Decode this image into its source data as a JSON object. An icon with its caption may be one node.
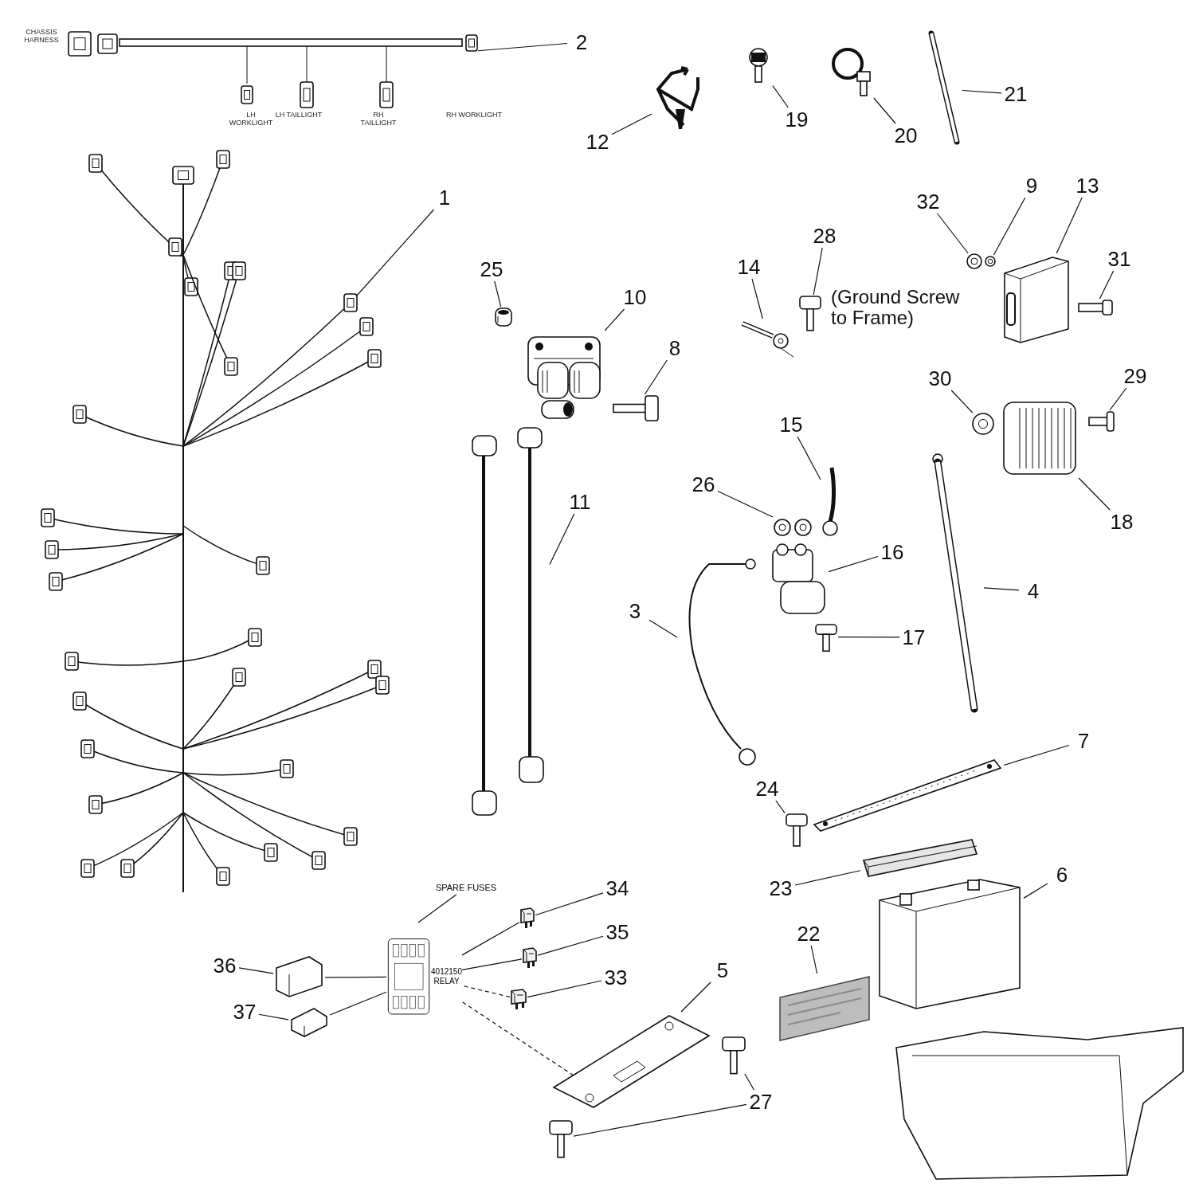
{
  "diagram": {
    "nodes": [
      {
        "text": [
          "2"
        ]
      },
      {
        "text": [],
        "shape": "picture",
        "beside": [
          "CHASSIS HARNESS",
          "RH WORKLIGHT",
          "LH WORKLIGHT",
          "LH TAILLIGHT",
          "RH TAILLIGHT"
        ]
      },
      {
        "text": [
          "12"
        ]
      },
      {
        "text": [],
        "shape": "picture"
      },
      {
        "text": [
          "19"
        ]
      },
      {
        "text": [],
        "shape": "picture"
      },
      {
        "text": [
          "20"
        ]
      },
      {
        "text": [],
        "shape": "picture"
      },
      {
        "text": [
          "21"
        ]
      },
      {
        "text": [],
        "shape": "picture"
      },
      {
        "text": [
          "1"
        ]
      },
      {
        "text": [],
        "shape": "picture"
      },
      {
        "text": [
          "32"
        ]
      },
      {
        "text": [],
        "shape": "picture"
      },
      {
        "text": [
          "9"
        ]
      },
      {
        "text": [],
        "shape": "picture"
      },
      {
        "text": [
          "13"
        ]
      },
      {
        "text": [],
        "shape": "picture"
      },
      {
        "text": [
          "31"
        ]
      },
      {
        "text": [],
        "shape": "picture"
      },
      {
        "text": [
          "28"
        ]
      },
      {
        "text": [],
        "shape": "picture",
        "beside": [
          "(Ground Screw to Frame)"
        ]
      },
      {
        "text": [
          "14"
        ]
      },
      {
        "text": [],
        "shape": "picture"
      },
      {
        "text": [
          "25"
        ]
      },
      {
        "text": [],
        "shape": "picture"
      },
      {
        "text": [
          "10"
        ]
      },
      {
        "text": [],
        "shape": "picture"
      },
      {
        "text": [
          "8"
        ]
      },
      {
        "text": [],
        "shape": "picture"
      },
      {
        "text": [
          "30"
        ]
      },
      {
        "text": [],
        "shape": "picture"
      },
      {
        "text": [
          "29"
        ]
      },
      {
        "text": [],
        "shape": "picture"
      },
      {
        "text": [
          "18"
        ]
      },
      {
        "text": [],
        "shape": "picture"
      },
      {
        "text": [
          "15"
        ]
      },
      {
        "text": [],
        "shape": "picture"
      },
      {
        "text": [
          "26"
        ]
      },
      {
        "text": [],
        "shape": "picture"
      },
      {
        "text": [
          "16"
        ]
      },
      {
        "text": [],
        "shape": "picture"
      },
      {
        "text": [
          "11"
        ]
      },
      {
        "text": [],
        "shape": "picture"
      },
      {
        "text": [
          "3"
        ]
      },
      {
        "text": [],
        "shape": "picture"
      },
      {
        "text": [
          "4"
        ]
      },
      {
        "text": [],
        "shape": "picture"
      },
      {
        "text": [
          "17"
        ]
      },
      {
        "text": [],
        "shape": "picture"
      },
      {
        "text": [
          "7"
        ]
      },
      {
        "text": [],
        "shape": "picture"
      },
      {
        "text": [
          "24"
        ]
      },
      {
        "text": [],
        "shape": "picture"
      },
      {
        "text": [
          "23"
        ]
      },
      {
        "text": [],
        "shape": "picture"
      },
      {
        "text": [
          "6"
        ]
      },
      {
        "text": [],
        "shape": "picture"
      },
      {
        "text": [
          "22"
        ]
      },
      {
        "text": [],
        "shape": "picture"
      },
      {
        "text": [
          "34"
        ]
      },
      {
        "text": [],
        "shape": "picture"
      },
      {
        "text": [
          "36"
        ]
      },
      {
        "text": [],
        "shape": "picture"
      },
      {
        "text": [
          "35"
        ]
      },
      {
        "text": [],
        "shape": "picture"
      },
      {
        "text": [
          "5"
        ]
      },
      {
        "text": [],
        "shape": "picture"
      },
      {
        "text": [
          "33"
        ]
      },
      {
        "text": [],
        "shape": "picture"
      },
      {
        "text": [
          "37"
        ]
      },
      {
        "text": [],
        "shape": "picture"
      },
      {
        "text": [
          "27"
        ]
      },
      {
        "text": [],
        "shape": "picture"
      },
      {
        "text": [],
        "shape": "picture"
      },
      {
        "text": [
          "SPARE FUSES"
        ]
      },
      {
        "text": [
          "4012150 RELAY"
        ]
      }
    ],
    "edges": [
      {
        "from": 0,
        "to": 1,
        "arrow": "none"
      },
      {
        "from": 2,
        "to": 3,
        "arrow": "none"
      },
      {
        "from": 4,
        "to": 5,
        "arrow": "none"
      },
      {
        "from": 6,
        "to": 7,
        "arrow": "none"
      },
      {
        "from": 8,
        "to": 9,
        "arrow": "none"
      },
      {
        "from": 10,
        "to": 11,
        "arrow": "none"
      },
      {
        "from": 12,
        "to": 13,
        "arrow": "none"
      },
      {
        "from": 14,
        "to": 15,
        "arrow": "none"
      },
      {
        "from": 16,
        "to": 17,
        "arrow": "none"
      },
      {
        "from": 18,
        "to": 19,
        "arrow": "none"
      },
      {
        "from": 20,
        "to": 21,
        "arrow": "none"
      },
      {
        "from": 22,
        "to": 23,
        "arrow": "none"
      },
      {
        "from": 24,
        "to": 25,
        "arrow": "none"
      },
      {
        "from": 26,
        "to": 27,
        "arrow": "none"
      },
      {
        "from": 28,
        "to": 29,
        "arrow": "none"
      },
      {
        "from": 30,
        "to": 31,
        "arrow": "none"
      },
      {
        "from": 32,
        "to": 33,
        "arrow": "none"
      },
      {
        "from": 34,
        "to": 35,
        "arrow": "none"
      },
      {
        "from": 36,
        "to": 37,
        "arrow": "none"
      },
      {
        "from": 38,
        "to": 39,
        "arrow": "none"
      },
      {
        "from": 40,
        "to": 41,
        "arrow": "none"
      },
      {
        "from": 42,
        "to": 43,
        "arrow": "none"
      },
      {
        "from": 44,
        "to": 45,
        "arrow": "none"
      },
      {
        "from": 46,
        "to": 47,
        "arrow": "none"
      },
      {
        "from": 48,
        "to": 49,
        "arrow": "none"
      },
      {
        "from": 50,
        "to": 51,
        "arrow": "none"
      },
      {
        "from": 52,
        "to": 53,
        "arrow": "none"
      },
      {
        "from": 54,
        "to": 55,
        "arrow": "none"
      },
      {
        "from": 56,
        "to": 57,
        "arrow": "none"
      },
      {
        "from": 58,
        "to": 59,
        "arrow": "none"
      },
      {
        "from": 60,
        "to": 61,
        "arrow": "none"
      },
      {
        "from": 62,
        "to": 63,
        "arrow": "none"
      },
      {
        "from": 64,
        "to": 65,
        "arrow": "none"
      },
      {
        "from": 66,
        "to": 67,
        "arrow": "none"
      },
      {
        "from": 68,
        "to": 69,
        "arrow": "none"
      },
      {
        "from": 70,
        "to": 71,
        "arrow": "none"
      },
      {
        "from": 72,
        "to": 73,
        "arrow": "none"
      },
      {
        "from": 72,
        "to": 74,
        "arrow": "none"
      },
      {
        "from": 75,
        "to": 76,
        "arrow": "none"
      },
      {
        "from": 63,
        "to": 76,
        "arrow": "none"
      },
      {
        "from": 71,
        "to": 76,
        "arrow": "none"
      },
      {
        "from": 61,
        "to": 76,
        "arrow": "none"
      },
      {
        "from": 65,
        "to": 76,
        "arrow": "none"
      },
      {
        "from": 69,
        "to": 76,
        "arrow": "none",
        "style": "dashed"
      },
      {
        "from": 67,
        "to": 76,
        "arrow": "none",
        "style": "dashed"
      }
    ]
  }
}
